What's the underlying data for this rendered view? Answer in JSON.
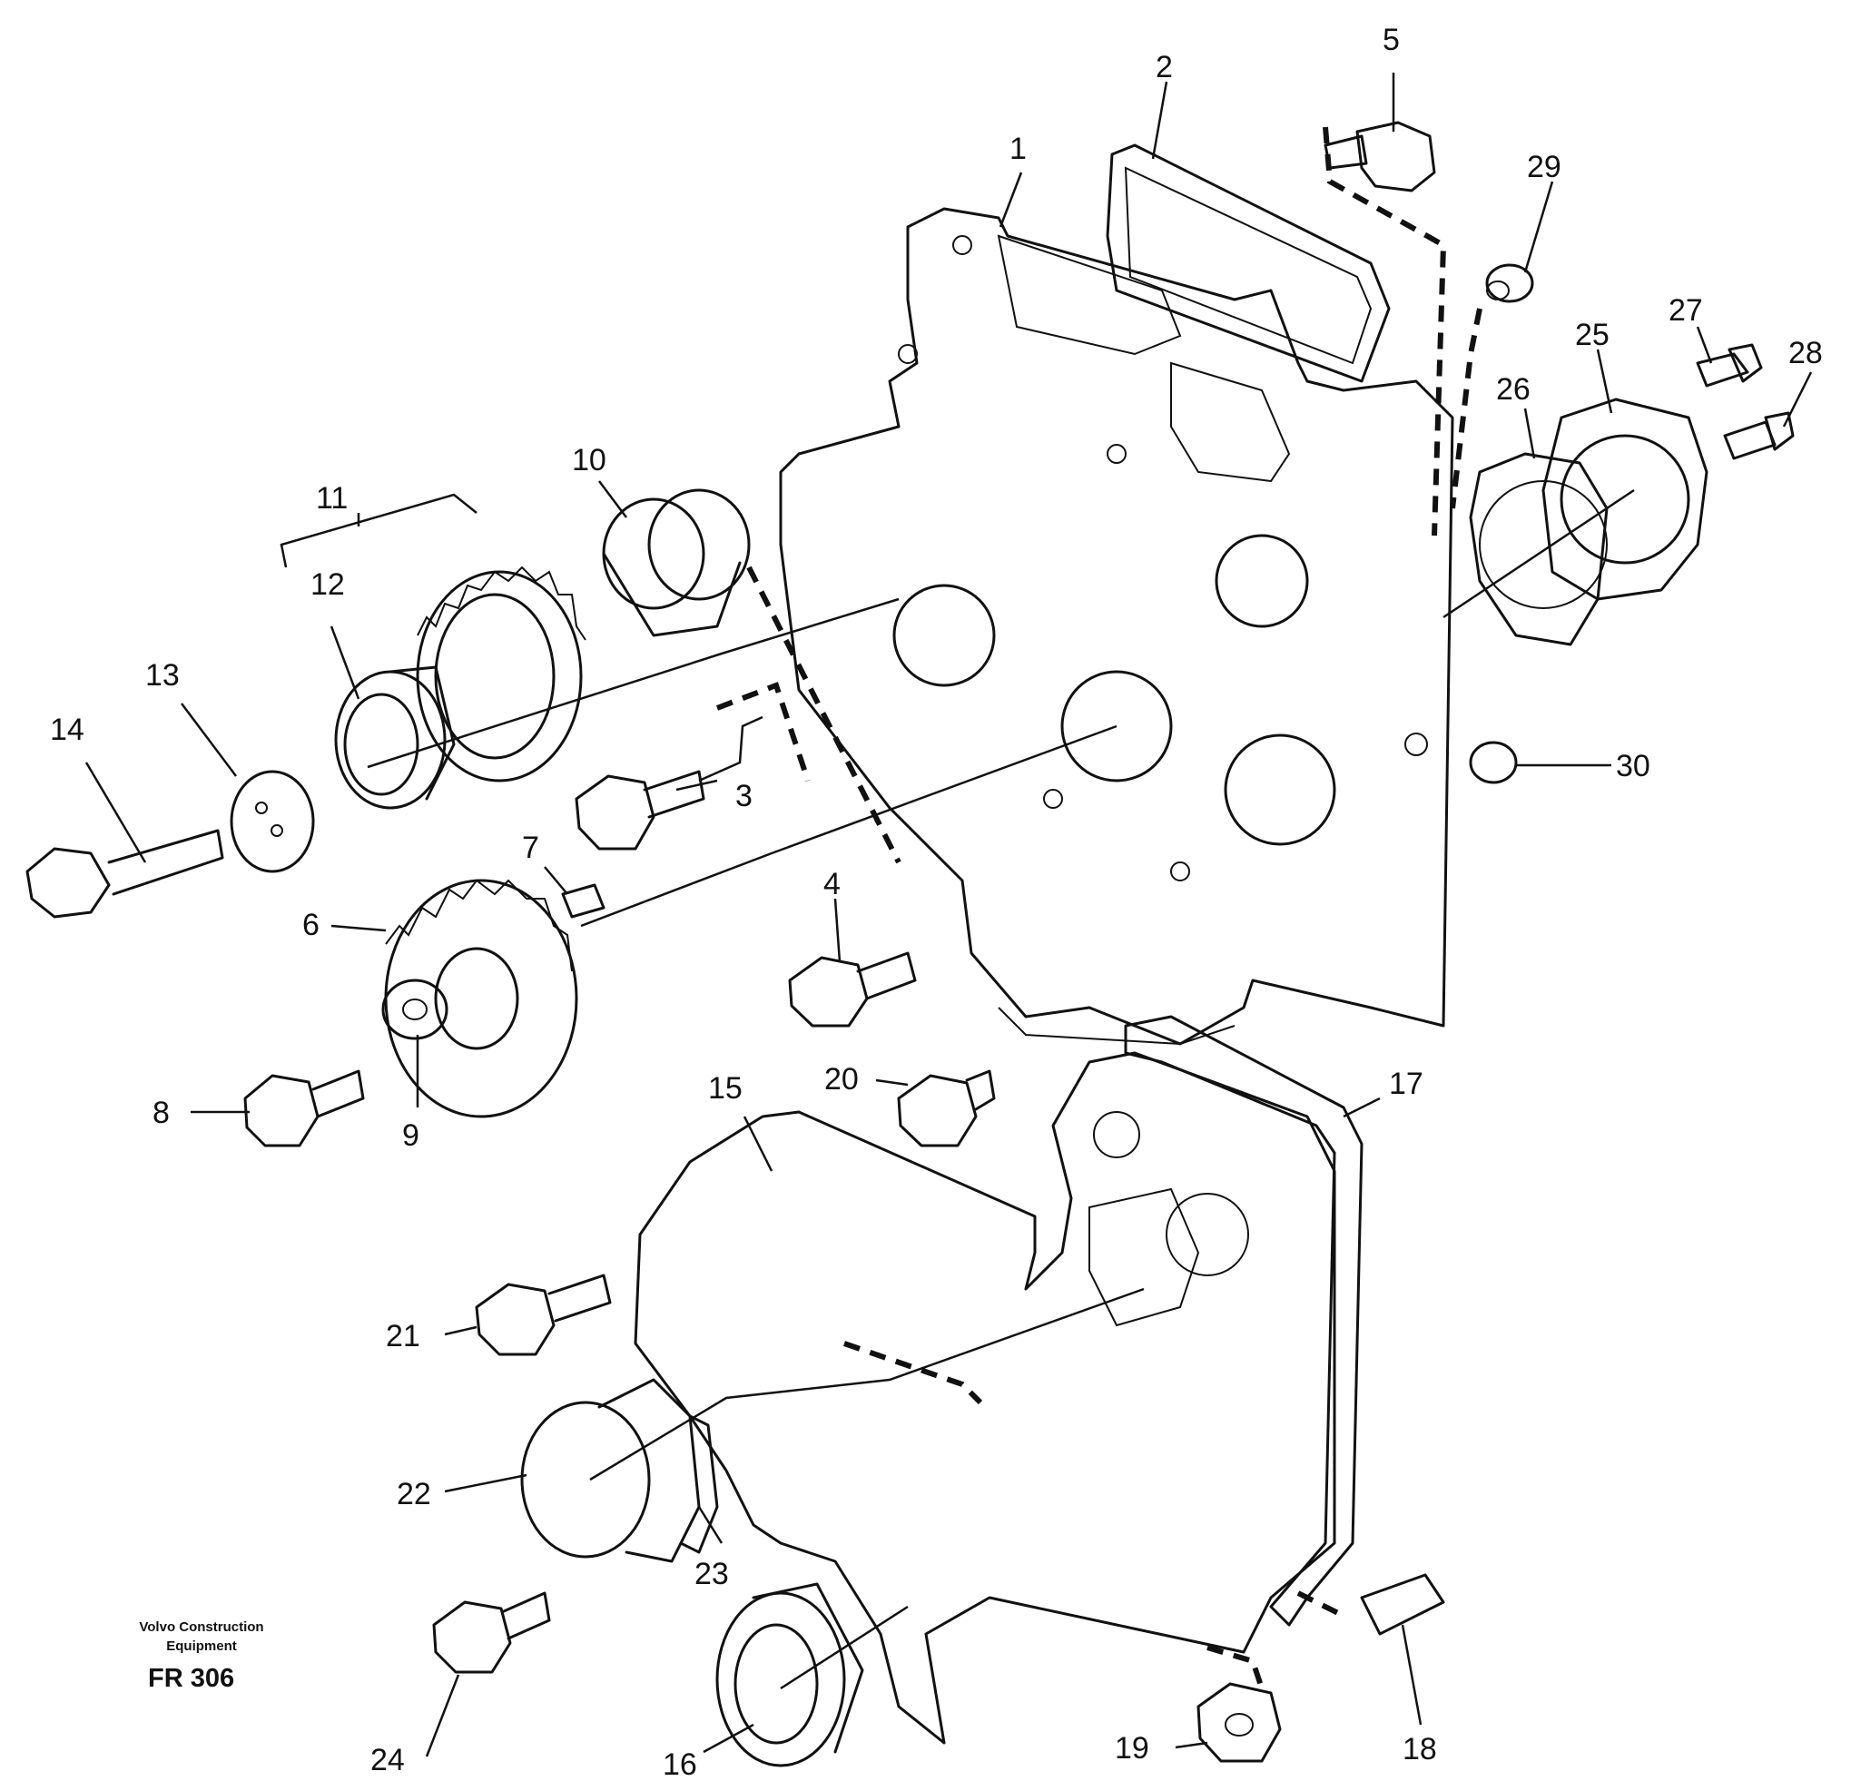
{
  "callouts": [
    "1",
    "2",
    "3",
    "4",
    "5",
    "6",
    "7",
    "8",
    "9",
    "10",
    "11",
    "12",
    "13",
    "14",
    "15",
    "16",
    "17",
    "18",
    "19",
    "20",
    "21",
    "22",
    "23",
    "24",
    "25",
    "26",
    "27",
    "28",
    "29",
    "30"
  ],
  "watermark": {
    "company_line1": "Volvo Construction",
    "company_line2": "Equipment",
    "code": "FR 306"
  }
}
